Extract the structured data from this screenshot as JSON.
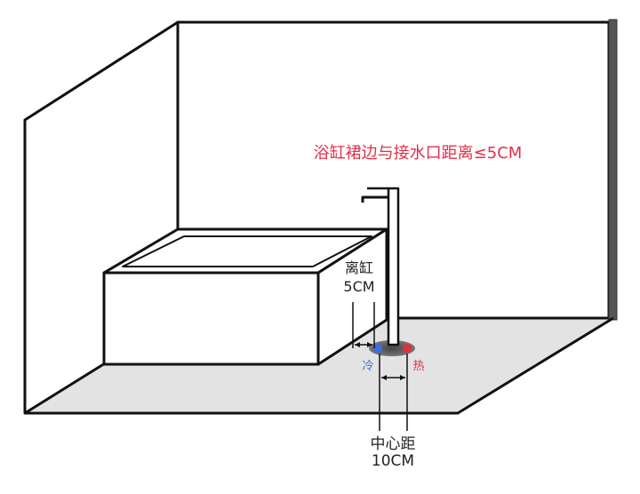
{
  "title": "浴缸裙边与接水口距离≤5CM",
  "gap_label": {
    "line1": "离缸",
    "line2": "5CM"
  },
  "cold_label": "冷",
  "hot_label": "热",
  "center_label": {
    "line1": "中心距",
    "line2": "10CM"
  },
  "colors": {
    "title": "#e0304a",
    "cold": "#3a6fe0",
    "hot": "#e0303a",
    "floor": "#e3e3e3",
    "wall_edge": "#555555"
  }
}
